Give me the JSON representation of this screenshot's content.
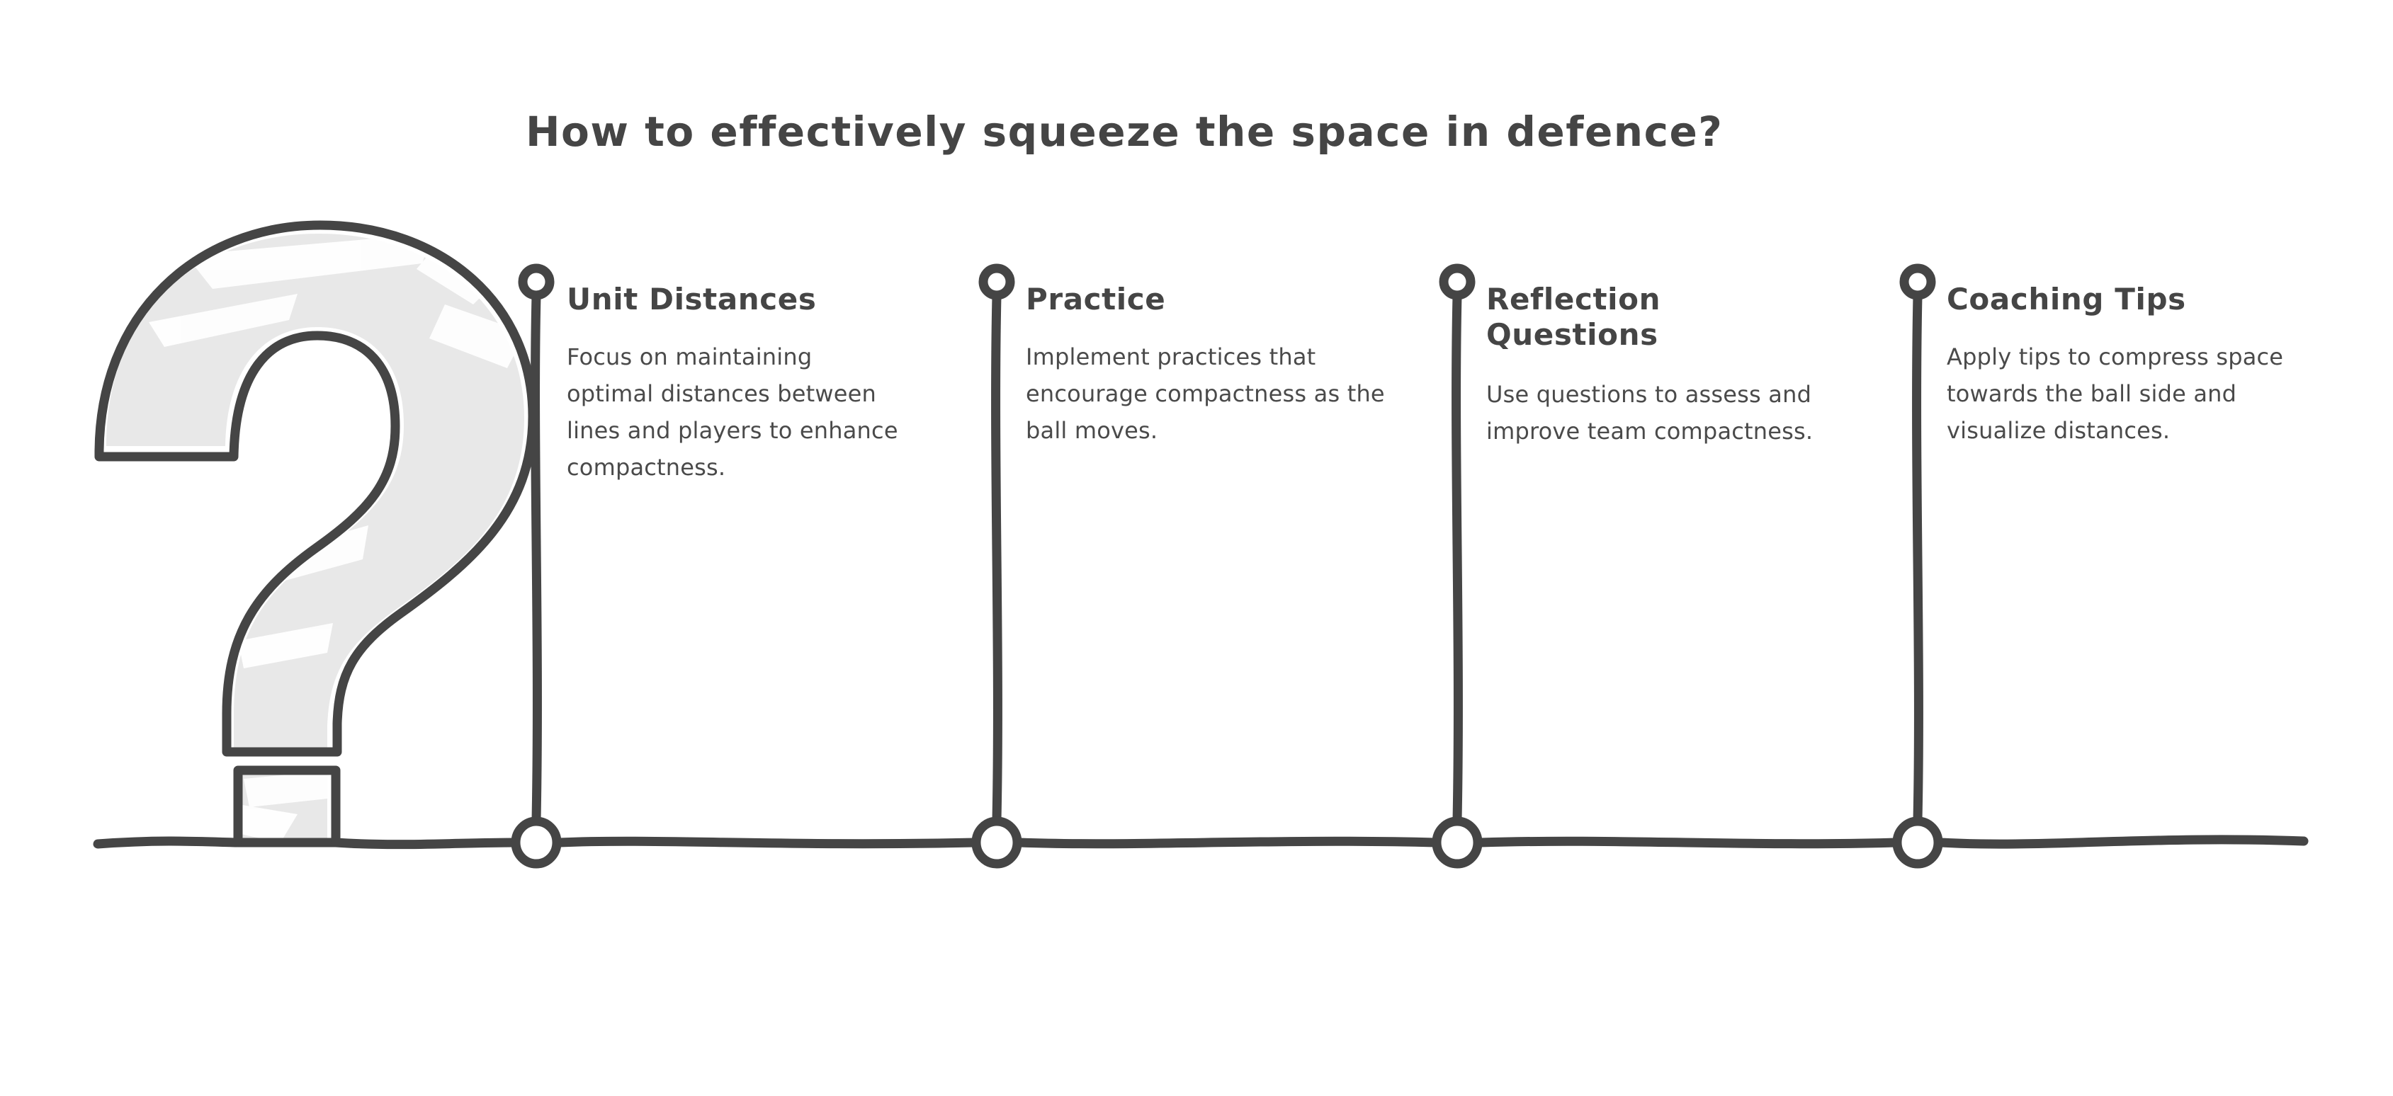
{
  "page": {
    "title": "How to effectively squeeze the space in defence?",
    "background_color": "#FFFFFF",
    "ink_color": "#454545",
    "fill_color": "#E8E8E8",
    "highlight_color": "#FFFFFF"
  },
  "decoration": {
    "question_mark_icon": "question-mark-illustration"
  },
  "chart_data": {
    "type": "timeline",
    "title": "How to effectively squeeze the space in defence?",
    "orientation": "horizontal",
    "marker_count": 4,
    "categories": [
      "Unit Distances",
      "Practice",
      "Reflection Questions",
      "Coaching Tips"
    ]
  },
  "timeline": {
    "baseline_label": "timeline-baseline",
    "items": [
      {
        "heading": "Unit Distances",
        "body": "Focus on maintaining optimal distances between lines and players to enhance compactness."
      },
      {
        "heading": "Practice",
        "body": "Implement practices that encourage compactness as the ball moves."
      },
      {
        "heading": "Reflection Questions",
        "body": "Use questions to assess and improve team compactness."
      },
      {
        "heading": "Coaching Tips",
        "body": "Apply tips to compress space towards the ball side and visualize distances."
      }
    ]
  }
}
